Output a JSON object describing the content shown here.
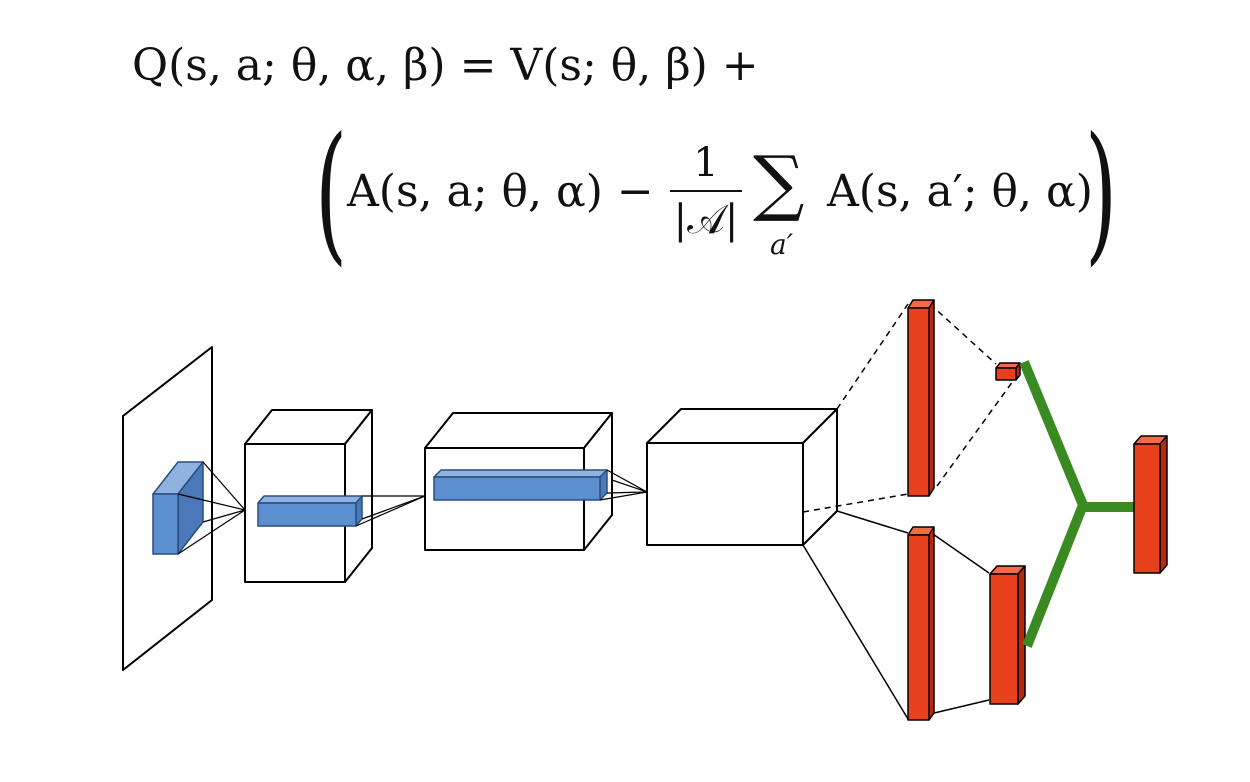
{
  "equation": {
    "line1": "Q(s, a; θ, α, β) = V(s; θ, β) +",
    "paren_left": "(",
    "term_a": "A(s, a; θ, α) −",
    "frac_num": "1",
    "frac_den": "|𝒜|",
    "sigma": "∑",
    "sigma_sub": "a′",
    "term_b": "A(s, a′; θ, α)",
    "paren_right": ")"
  },
  "colors": {
    "conv_filter_blue": "#5b8fd0",
    "stream_red": "#e8401c",
    "aggregator_green": "#3a8a22",
    "outline": "#000000"
  }
}
